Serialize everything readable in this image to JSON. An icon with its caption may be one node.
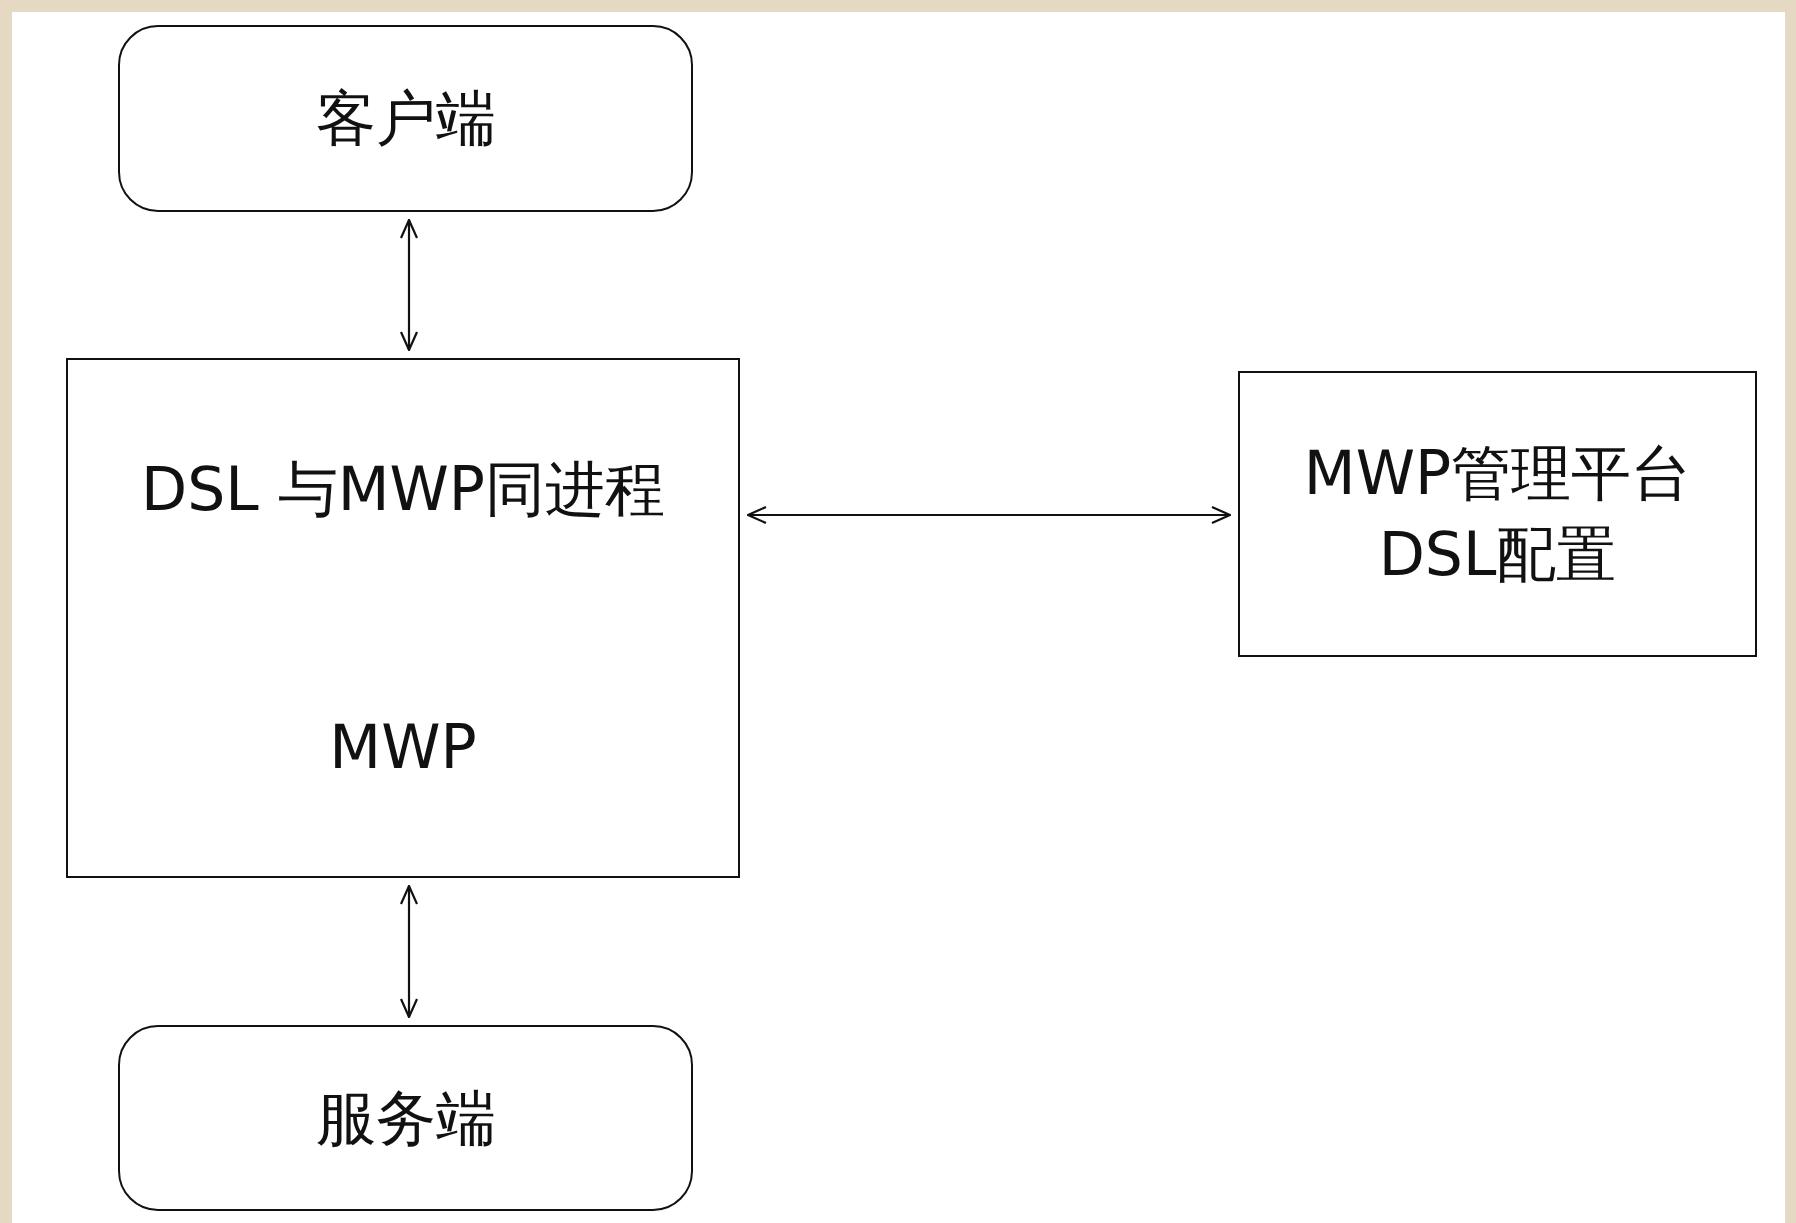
{
  "diagram": {
    "nodes": [
      {
        "text": [
          "客户端"
        ]
      },
      {
        "text": [
          "DSL 与MWP同进程"
        ]
      },
      {
        "text": [
          "MWP"
        ]
      },
      {
        "text": [
          "MWP管理平台 DSL配置"
        ]
      },
      {
        "text": [
          "服务端"
        ]
      }
    ],
    "edges": [
      {
        "from": 0,
        "to": 1,
        "arrow": "both"
      },
      {
        "from": 1,
        "to": 3,
        "arrow": "both"
      },
      {
        "from": 2,
        "to": 4,
        "arrow": "both"
      }
    ]
  }
}
